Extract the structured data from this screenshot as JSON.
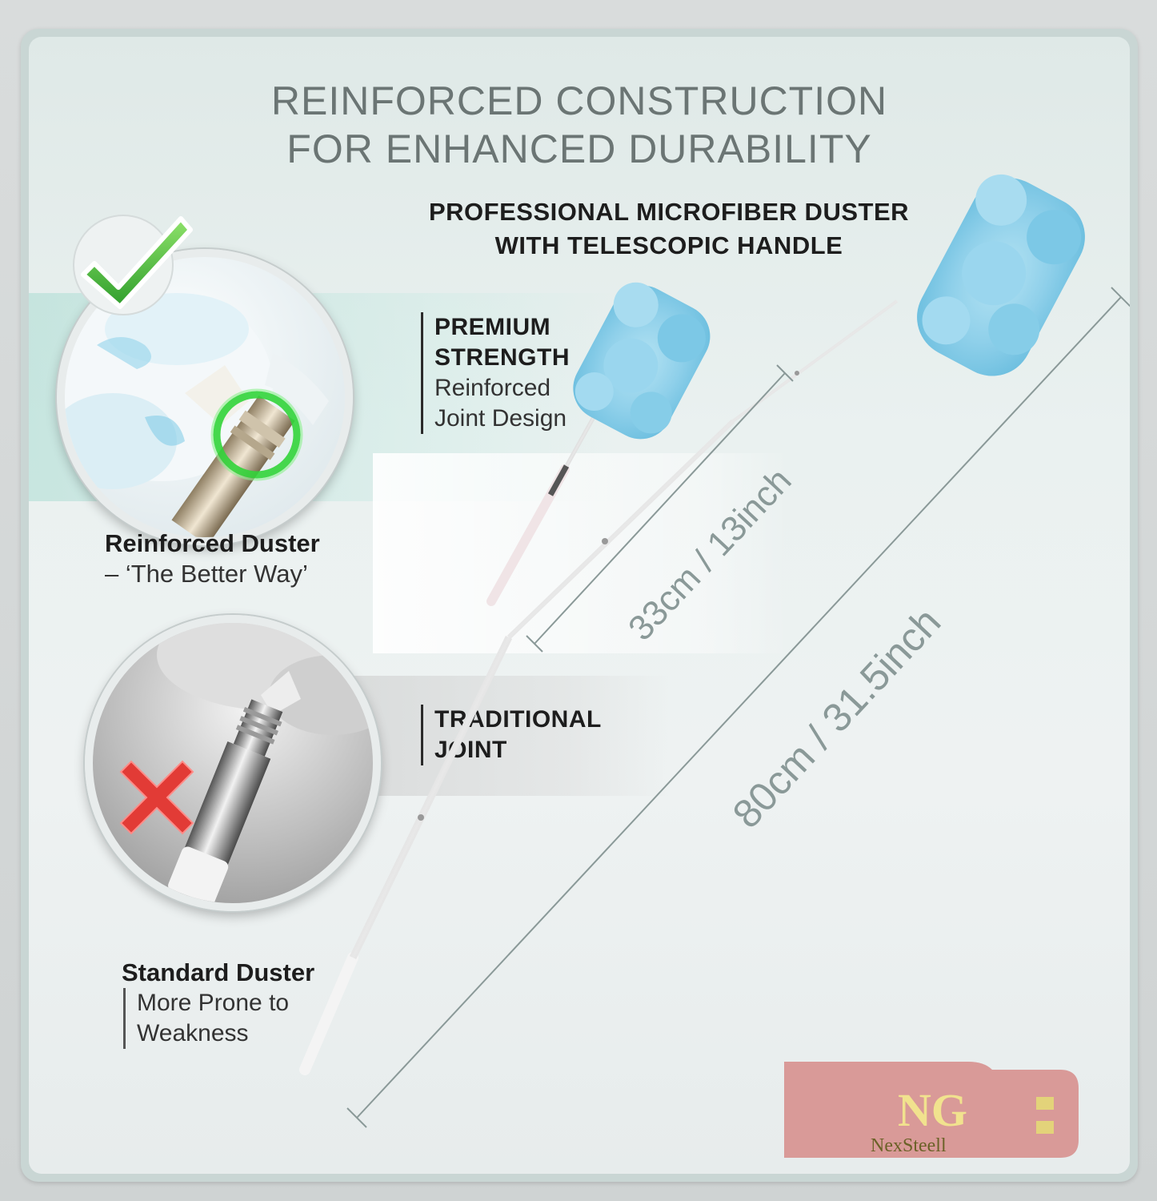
{
  "headline": {
    "line1": "REINFORCED CONSTRUCTION",
    "line2": "FOR ENHANCED DURABILITY"
  },
  "subhead": {
    "line1": "PROFESSIONAL MICROFIBER DUSTER",
    "line2": "WITH TELESCOPIC HANDLE"
  },
  "premium_callout": {
    "title_line1": "PREMIUM",
    "title_line2": "STRENGTH",
    "desc_line1": "Reinforced",
    "desc_line2": "Joint Design"
  },
  "traditional_callout": {
    "title_line1": "TRADITIONAL",
    "title_line2": "JOINT"
  },
  "reinforced_caption": {
    "title": "Reinforced Duster",
    "subtitle": "– ‘The Better Way’"
  },
  "standard_caption": {
    "title": "Standard Duster",
    "desc_line1": "More Prone to",
    "desc_line2": "Weakness"
  },
  "dimensions": {
    "short": "33cm / 13inch",
    "long": "80cm / 31.5inch"
  },
  "brand": {
    "monogram": "NG",
    "name": "NexSteell"
  },
  "colors": {
    "check_green": "#3fb83c",
    "cross_red": "#e23b36",
    "duster_blue": "#8fd0ea",
    "logo_bg": "#d99a98",
    "logo_text": "#6b6127",
    "dim_text": "#8a9998"
  },
  "icons": {
    "check": "check-mark-icon",
    "cross": "cross-mark-icon"
  }
}
